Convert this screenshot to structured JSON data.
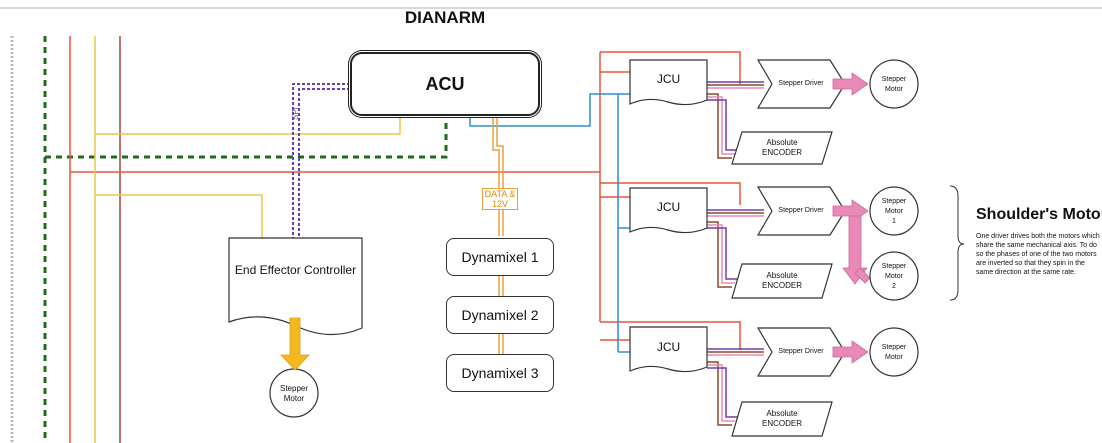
{
  "title": "DIANARM",
  "acu": {
    "label": "ACU"
  },
  "spi_label": "SPI",
  "data_label": "DATA & 12V",
  "end_effector": {
    "label": "End Effector Controller"
  },
  "ee_motor": {
    "line1": "Stepper",
    "line2": "Motor"
  },
  "dynamixels": [
    "Dynamixel 1",
    "Dynamixel 2",
    "Dynamixel 3"
  ],
  "jcu_label": "JCU",
  "stepper_driver_label": "Stepper Driver",
  "encoder": {
    "line1": "Absolute",
    "line2": "ENCODER"
  },
  "motor_top": {
    "line1": "Stepper",
    "line2": "Motor"
  },
  "motor_s1": {
    "line1": "Stepper",
    "line2": "Motor",
    "line3": "1"
  },
  "motor_s2": {
    "line1": "Stepper",
    "line2": "Motor",
    "line3": "2"
  },
  "motor_bottom": {
    "line1": "Stepper",
    "line2": "Motor"
  },
  "shoulder": {
    "title": "Shoulder's Motors",
    "description": "One driver drives both the motors which share the same mechanical axis. To do so the phases of one of the two motors are inverted so that they spin in the same direction at the same rate."
  },
  "colors": {
    "power_red": "#e8553a",
    "yellow": "#e9c94a",
    "green_dashed": "#1e6b1e",
    "blue": "#2f8fd0",
    "purple": "#6a3fb0",
    "orange": "#e9a040",
    "pink": "#e889b8",
    "brown": "#8a4a2a",
    "arrow_gold": "#f5b820"
  }
}
